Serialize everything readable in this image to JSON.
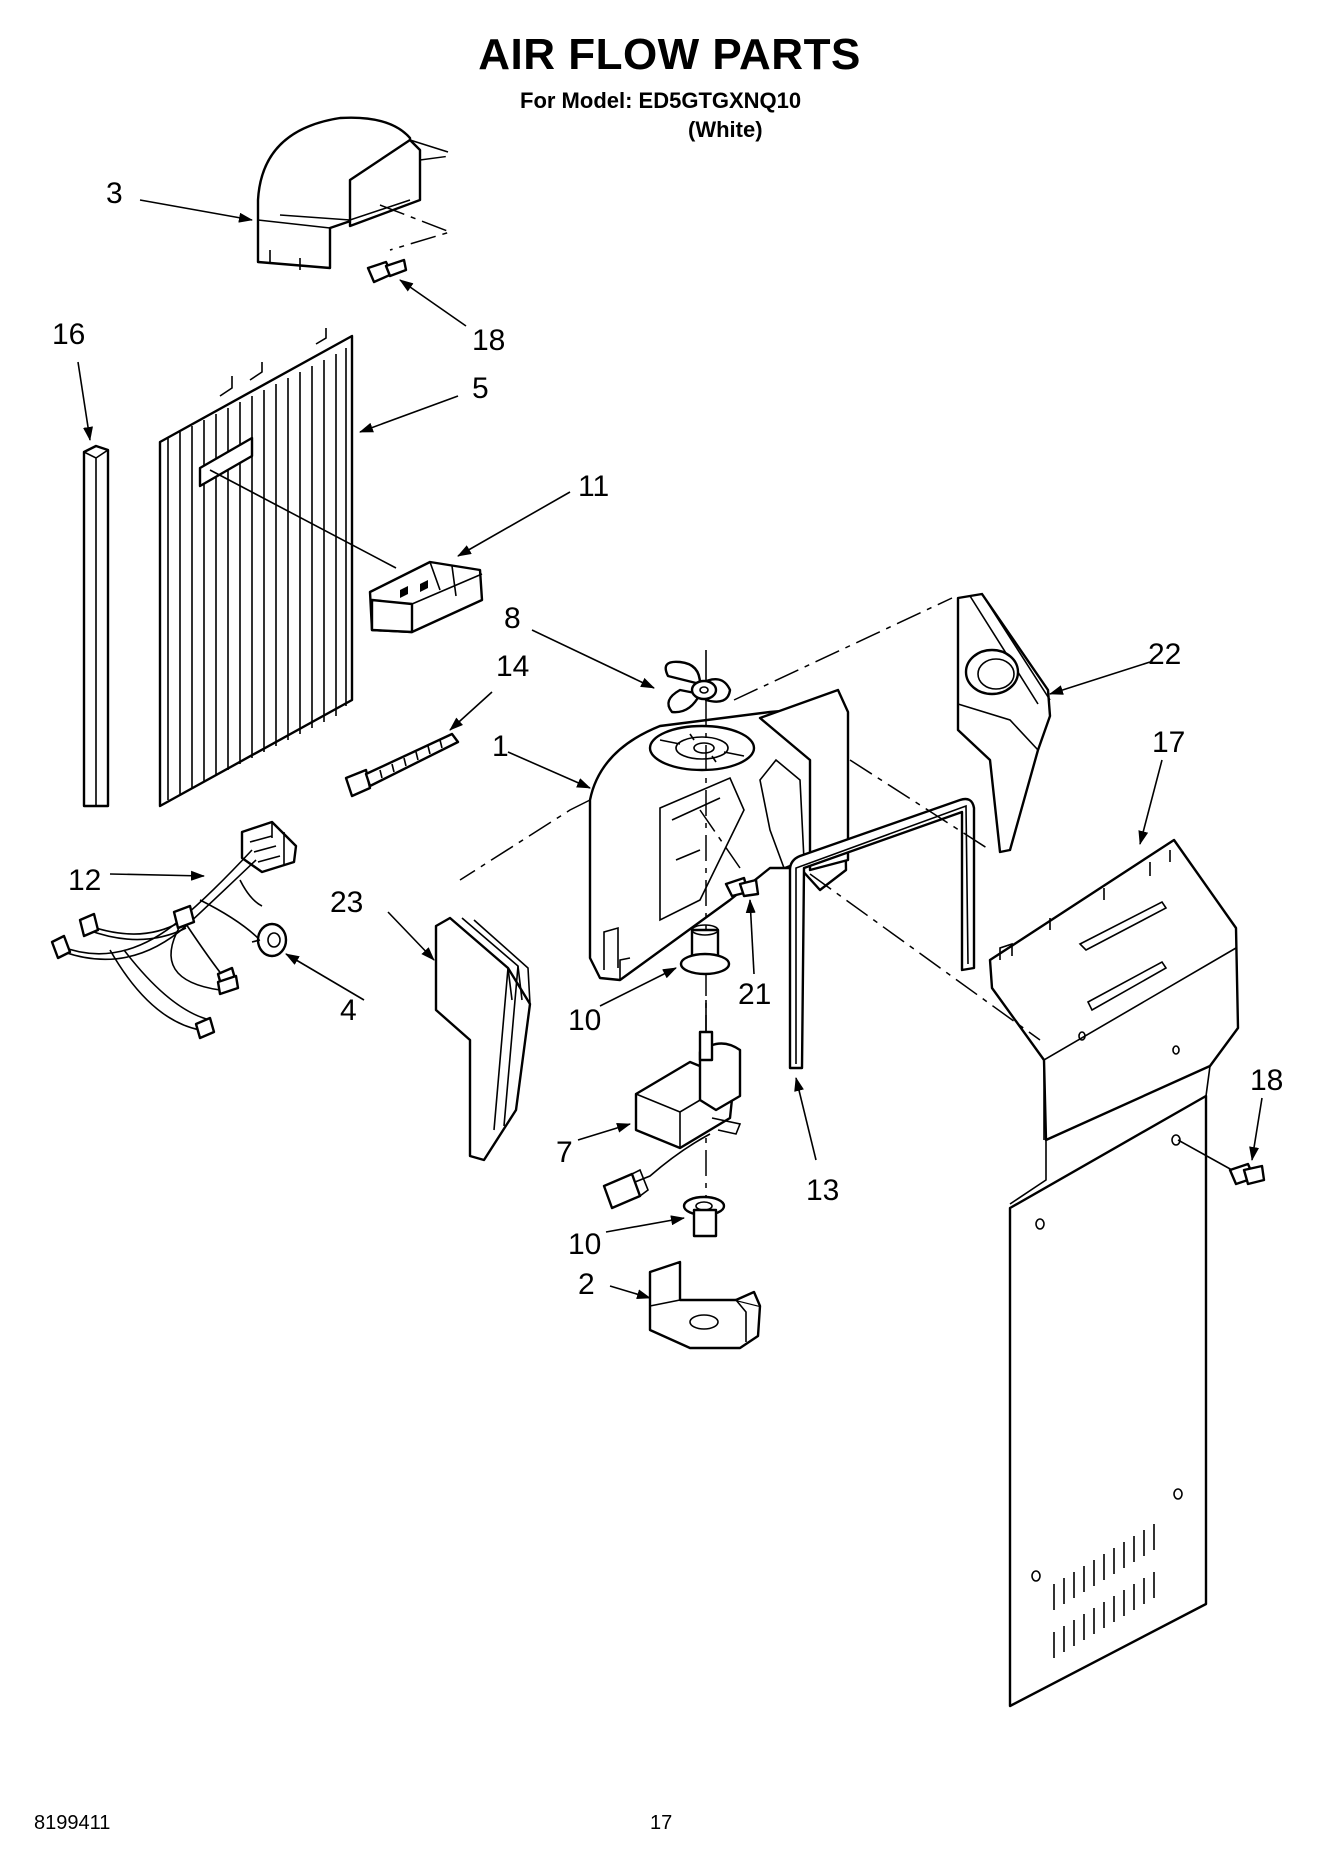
{
  "header": {
    "title": "AIR FLOW PARTS",
    "model_line": "For Model: ED5GTGXNQ10",
    "color_line": "(White)"
  },
  "footer": {
    "document_number": "8199411",
    "page_number": "17"
  },
  "callouts": {
    "c1": "1",
    "c2": "2",
    "c3": "3",
    "c4": "4",
    "c5": "5",
    "c7": "7",
    "c8": "8",
    "c10a": "10",
    "c10b": "10",
    "c11": "11",
    "c12": "12",
    "c13": "13",
    "c14": "14",
    "c16": "16",
    "c17": "17",
    "c18a": "18",
    "c18b": "18",
    "c21": "21",
    "c22": "22",
    "c23": "23"
  }
}
